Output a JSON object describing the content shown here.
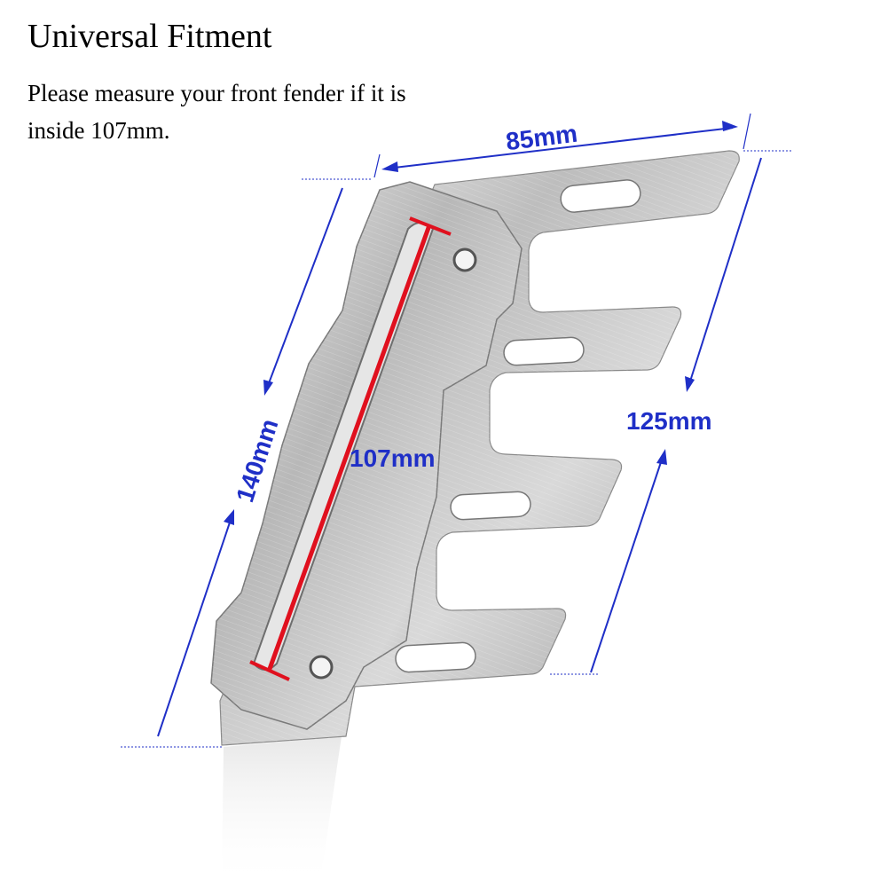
{
  "heading": {
    "title": "Universal Fitment",
    "line1": "Please measure your front fender if it is",
    "line2": "inside 107mm."
  },
  "dimensions": {
    "top_width": "85mm",
    "right_height": "125mm",
    "left_height": "140mm",
    "slot_length": "107mm"
  },
  "colors": {
    "dimension_line": "#1f2fc7",
    "dimension_text": "#1f2fc7",
    "slot_measure": "#e0101e",
    "metal": "#c9c9c9"
  }
}
